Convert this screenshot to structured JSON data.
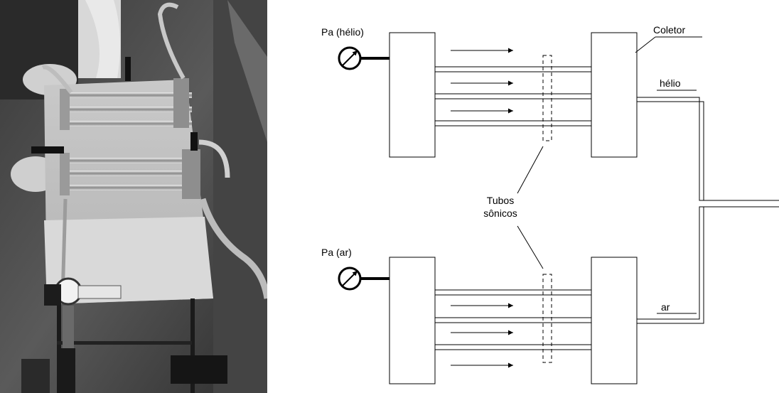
{
  "labels": {
    "gauge_top": "Pa (hélio)",
    "gauge_bottom": "Pa (ar)",
    "collector": "Coletor",
    "helium": "hélio",
    "air": "ar",
    "tubes_line1": "Tubos",
    "tubes_line2": "sônicos"
  },
  "colors": {
    "line": "#000000",
    "background": "#ffffff"
  }
}
